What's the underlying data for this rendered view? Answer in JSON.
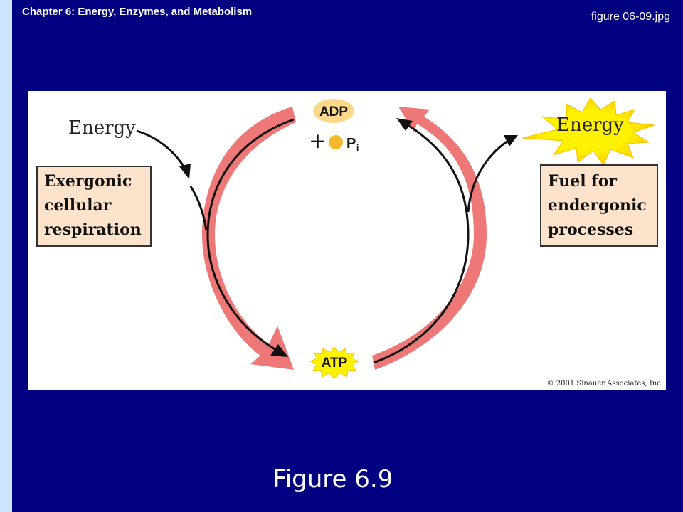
{
  "header": {
    "chapter_title": "Chapter 6: Energy, Enzymes, and Metabolism",
    "file_name": "figure 06-09.jpg"
  },
  "diagram": {
    "energy_in_label": "Energy",
    "energy_out_label": "Energy",
    "left_box": {
      "line1": "Exergonic",
      "line2": "cellular",
      "line3": "respiration"
    },
    "right_box": {
      "line1": "Fuel for",
      "line2": "endergonic",
      "line3": "processes"
    },
    "adp_label": "ADP",
    "plus_sign": "+",
    "phosphate_label": "P",
    "phosphate_subscript": "i",
    "atp_label": "ATP",
    "copyright": "© 2001 Sinauer Associates, Inc.",
    "colors": {
      "arrow_pink": "#ee7777",
      "box_fill": "#fde3cc",
      "adp_fill": "#fcd98a",
      "atp_fill": "#fff200",
      "phosphate_dot": "#f5b82e",
      "starburst_fill": "#fff200"
    }
  },
  "caption": {
    "text": "Figure 6.9"
  }
}
